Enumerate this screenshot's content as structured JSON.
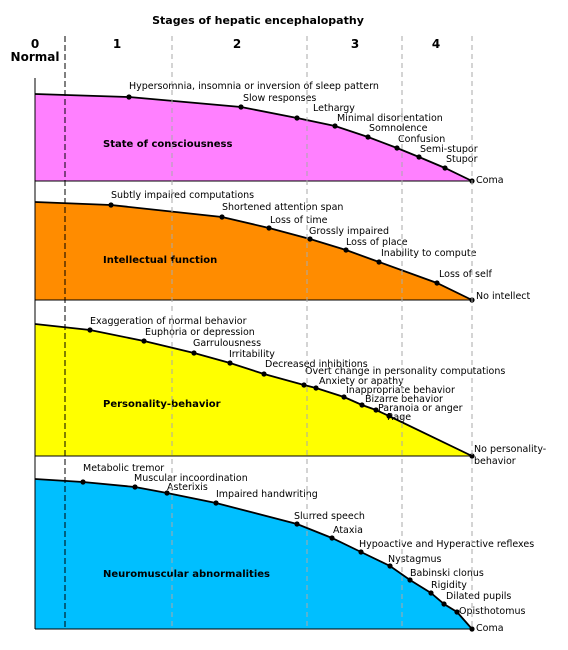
{
  "title": "Stages of hepatic encephalopathy",
  "stages": [
    "0",
    "1",
    "2",
    "3",
    "4"
  ],
  "normal_label": "Normal",
  "panels": [
    {
      "name": "State of consciousness",
      "fill": "#ff80ff",
      "items": [
        "Hypersomnia, insomnia or inversion of sleep pattern",
        "Slow responses",
        "Lethargy",
        "Minimal disorientation",
        "Somnolence",
        "Confusion",
        "Semi-stupor",
        "Stupor",
        "Coma"
      ]
    },
    {
      "name": "Intellectual function",
      "fill": "#ff8c00",
      "items": [
        "Subtly impaired computations",
        "Shortened attention span",
        "Loss of time",
        "Grossly impaired",
        "Loss of place",
        "Inability to compute",
        "Loss of self",
        "No intellect"
      ]
    },
    {
      "name": "Personality-behavior",
      "fill": "#ffff00",
      "items": [
        "Exaggeration of normal behavior",
        "Euphoria or depression",
        "Garrulousness",
        "Irritability",
        "Decreased inhibitions",
        "Overt change in personality computations",
        "Anxiety or apathy",
        "Inappropriate behavior",
        "Bizarre behavior",
        "Paranoia or anger",
        "Rage",
        "No personality-behavior"
      ]
    },
    {
      "name": "Neuromuscular abnormalities",
      "fill": "#00bfff",
      "items": [
        "Metabolic tremor",
        "Muscular incoordination",
        "Asterixis",
        "Impaired handwriting",
        "Slurred speech",
        "Ataxia",
        "Hypoactive and Hyperactive reflexes",
        "Nystagmus",
        "Babinski clonus",
        "Rigidity",
        "Dilated pupils",
        "Opisthotomus",
        "Coma"
      ]
    }
  ]
}
